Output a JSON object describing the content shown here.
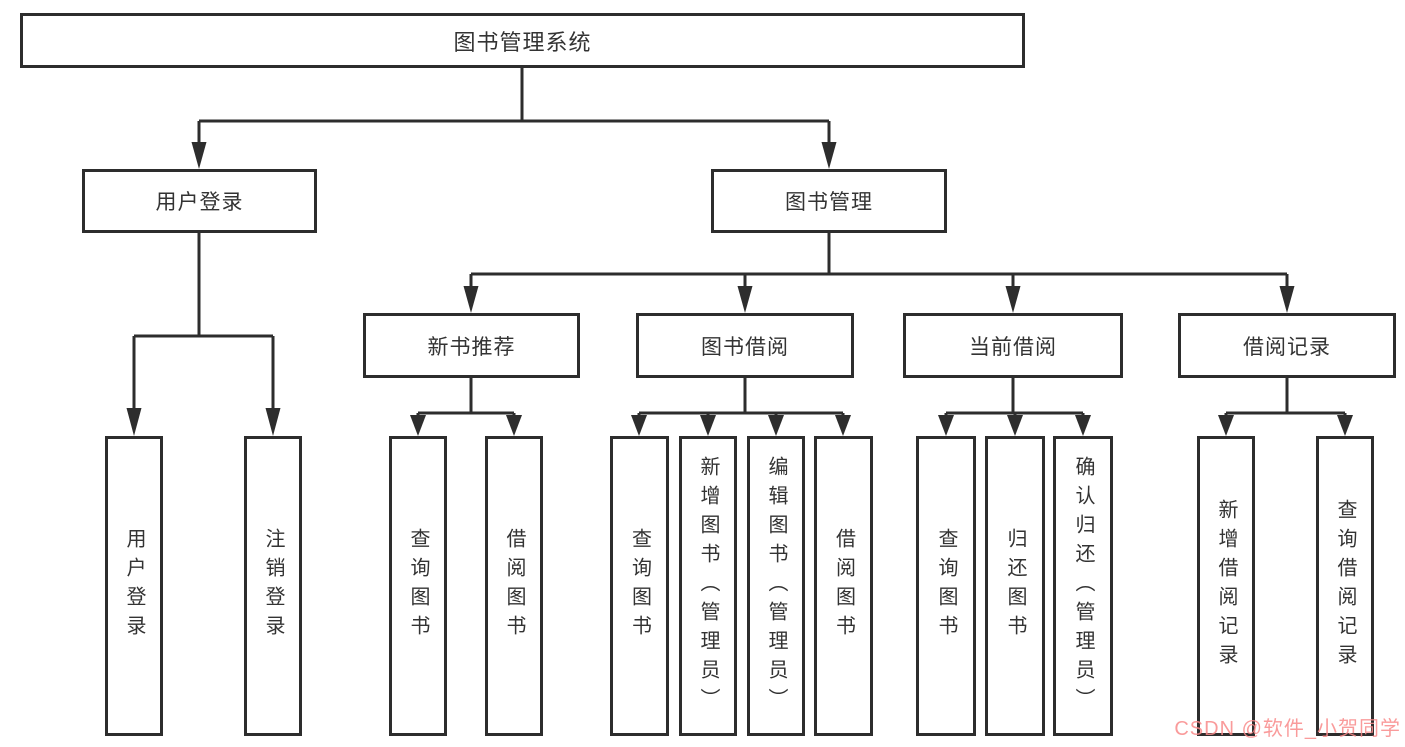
{
  "diagram": {
    "title_node": "图书管理系统",
    "root": {
      "label": "图书管理系统"
    },
    "branches": [
      {
        "label": "用户登录",
        "children": [
          {
            "label": "用户登录"
          },
          {
            "label": "注销登录"
          }
        ]
      },
      {
        "label": "图书管理",
        "children": [
          {
            "label": "新书推荐",
            "children": [
              {
                "label": "查询图书"
              },
              {
                "label": "借阅图书"
              }
            ]
          },
          {
            "label": "图书借阅",
            "children": [
              {
                "label": "查询图书"
              },
              {
                "label": "新增图书（管理员）"
              },
              {
                "label": "编辑图书（管理员）"
              },
              {
                "label": "借阅图书"
              }
            ]
          },
          {
            "label": "当前借阅",
            "children": [
              {
                "label": "查询图书"
              },
              {
                "label": "归还图书"
              },
              {
                "label": "确认归还（管理员）"
              }
            ]
          },
          {
            "label": "借阅记录",
            "children": [
              {
                "label": "新增借阅记录"
              },
              {
                "label": "查询借阅记录"
              }
            ]
          }
        ]
      }
    ]
  },
  "watermark": {
    "text": "CSDN @软件_小贺同学"
  },
  "colors": {
    "line": "#2d2d2d",
    "text": "#333333",
    "watermark": "#f98a8a"
  }
}
